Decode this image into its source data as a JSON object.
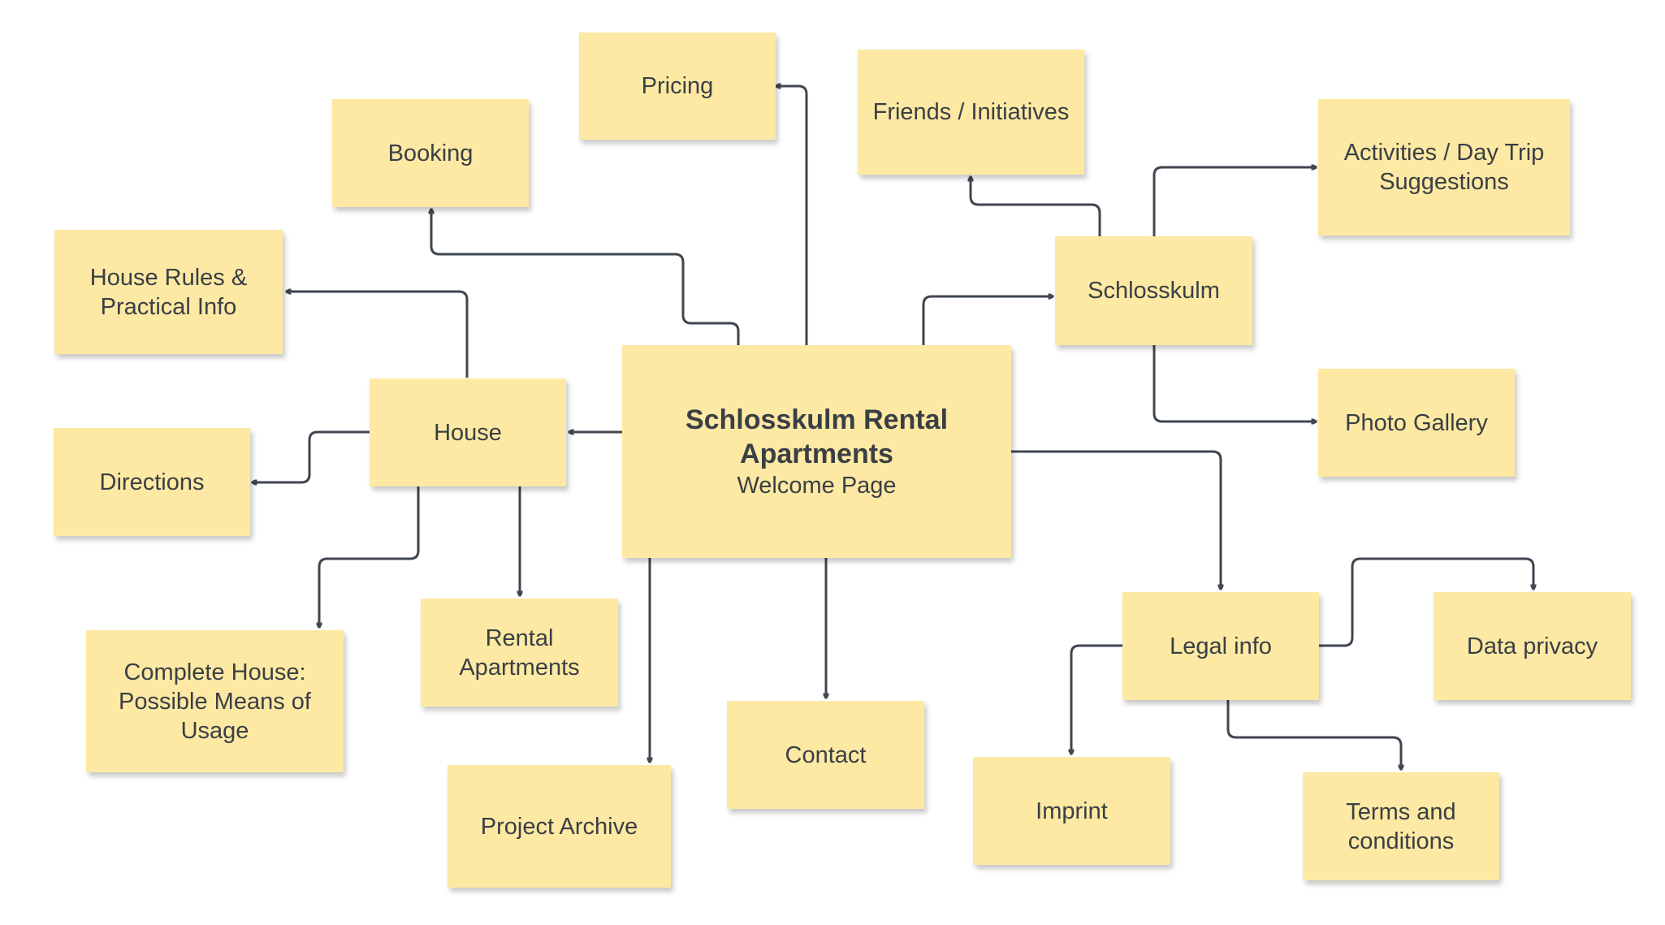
{
  "diagram": {
    "center": {
      "title": "Schlosskulm Rental Apartments",
      "subtitle": "Welcome Page"
    },
    "nodes": {
      "pricing": "Pricing",
      "booking": "Booking",
      "friends": "Friends / Initiatives",
      "activities": "Activities / Day Trip Suggestions",
      "house_rules": "House Rules & Practical Info",
      "schlosskulm": "Schlosskulm",
      "house": "House",
      "directions": "Directions",
      "photo_gallery": "Photo Gallery",
      "legal_info": "Legal info",
      "data_privacy": "Data privacy",
      "complete_house": "Complete House: Possible Means of Usage",
      "rental_apartments": "Rental Apartments",
      "contact": "Contact",
      "imprint": "Imprint",
      "terms": "Terms and conditions",
      "project_archive": "Project Archive"
    },
    "colors": {
      "note": "#fde9a3",
      "connector": "#3f4650",
      "text": "#3a3f45"
    }
  }
}
